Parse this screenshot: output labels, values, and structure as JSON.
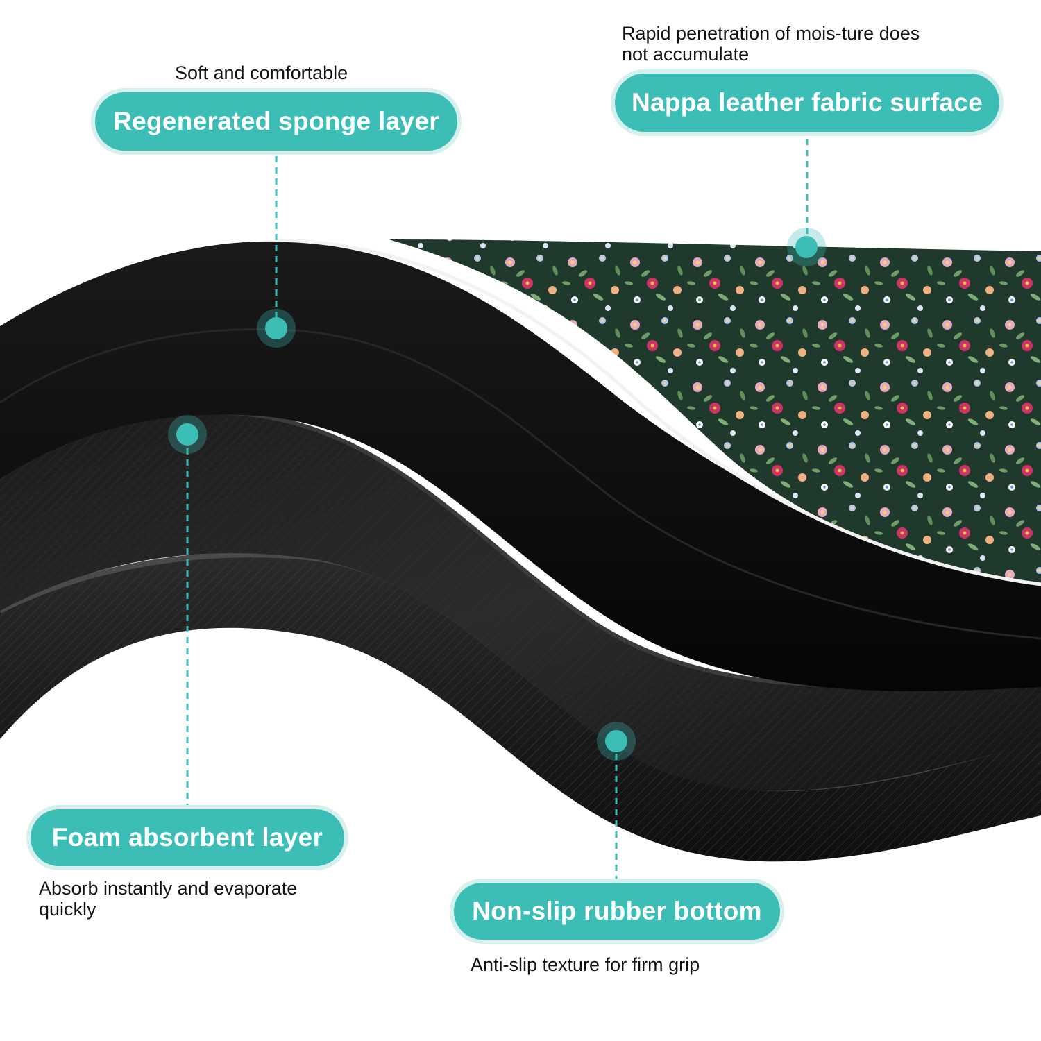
{
  "colors": {
    "accent": "#3cbdb5",
    "accent_halo": "#d6f0ee",
    "mat_black": "#121212",
    "fabric_green": "#1f3a2c"
  },
  "callouts": {
    "sponge": {
      "label": "Regenerated sponge layer",
      "caption": "Soft and comfortable"
    },
    "nappa": {
      "label": "Nappa leather fabric surface",
      "caption_line1": "Rapid penetration of mois-ture does",
      "caption_line2": "not accumulate"
    },
    "foam": {
      "label": "Foam absorbent layer",
      "caption_line1": "Absorb instantly and evaporate",
      "caption_line2": "quickly"
    },
    "rubber": {
      "label": "Non-slip rubber bottom",
      "caption": "Anti-slip texture for firm grip"
    }
  }
}
